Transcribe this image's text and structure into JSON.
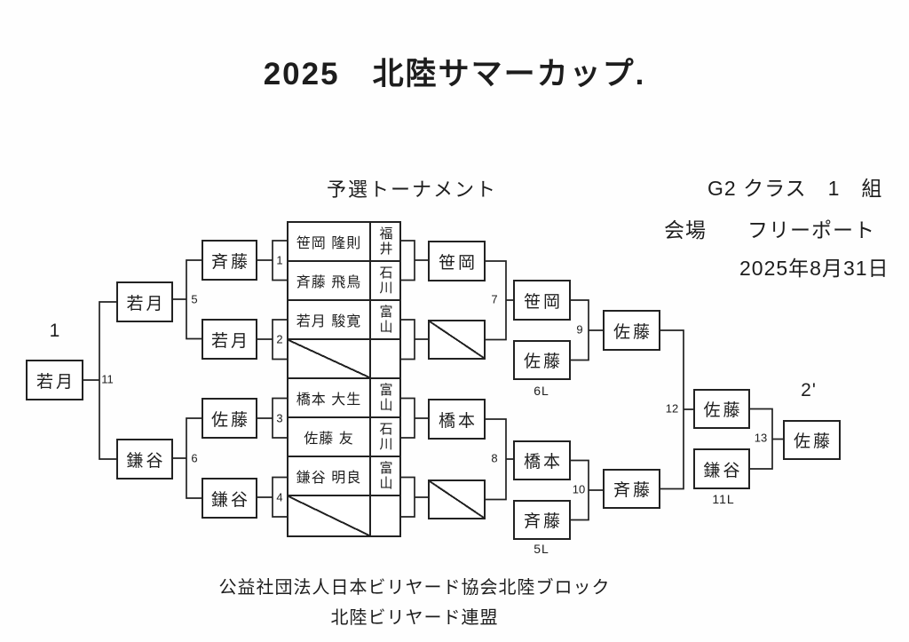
{
  "colors": {
    "ink": "#1d1d1d",
    "paper": "#fefefe"
  },
  "title": "2025　北陸サマーカップ.",
  "header": {
    "stage": "予選トーナメント",
    "class_info": "G2 クラス　1　組",
    "venue_label": "会場",
    "venue_name": "フリーポート",
    "date": "2025年8月31日"
  },
  "players": [
    {
      "name": "笹岡 隆則",
      "prefecture": "福井",
      "bye": false
    },
    {
      "name": "斉藤 飛鳥",
      "prefecture": "石川",
      "bye": false
    },
    {
      "name": "若月 駿寛",
      "prefecture": "富山",
      "bye": false
    },
    {
      "name": "",
      "prefecture": "",
      "bye": true
    },
    {
      "name": "橋本 大生",
      "prefecture": "富山",
      "bye": false
    },
    {
      "name": "佐藤 友",
      "prefecture": "石川",
      "bye": false
    },
    {
      "name": "鎌谷 明良",
      "prefecture": "富山",
      "bye": false
    },
    {
      "name": "",
      "prefecture": "",
      "bye": true
    }
  ],
  "matches": {
    "m1": "1",
    "m2": "2",
    "m3": "3",
    "m4": "4",
    "m5": "5",
    "m6": "6",
    "m7": "7",
    "m8": "8",
    "m9": "9",
    "m10": "10",
    "m11": "11",
    "m12": "12",
    "m13": "13"
  },
  "left": {
    "w1": "斉藤",
    "w2": "若月",
    "w3": "佐藤",
    "w4": "鎌谷",
    "w5": "若月",
    "w6": "鎌谷",
    "w11": "若月",
    "qualifier": "1"
  },
  "right": {
    "l1": "笹岡",
    "l3": "橋本",
    "w7": "笹岡",
    "w8": "橋本",
    "l6": "佐藤",
    "l6_tag": "6L",
    "l5": "斉藤",
    "l5_tag": "5L",
    "w9": "佐藤",
    "w10": "斉藤",
    "w12": "佐藤",
    "l11": "鎌谷",
    "l11_tag": "11L",
    "w13": "佐藤",
    "qualifier": "2'"
  },
  "footer": {
    "line1": "公益社団法人日本ビリヤード協会北陸ブロック",
    "line2": "北陸ビリヤード連盟"
  }
}
